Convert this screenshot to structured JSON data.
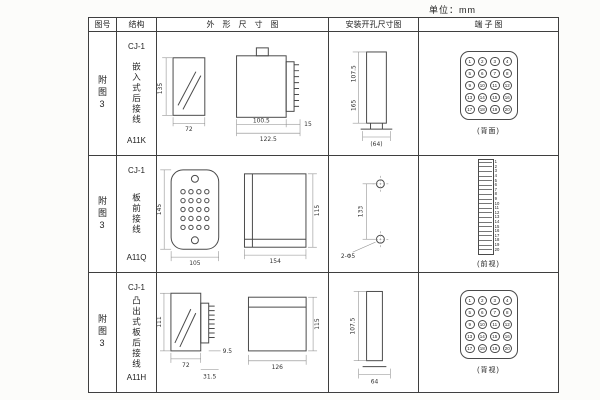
{
  "unit_label": "单位：mm",
  "table": {
    "headers": {
      "fig_no": "图号",
      "structure": "结构",
      "outline": "外形尺寸图",
      "install": "安装开孔尺寸图",
      "terminal": "端子图"
    },
    "rows": [
      {
        "fig_no": "附图3",
        "model": "CJ-1",
        "mounting": "嵌入式后接线",
        "code": "A11K",
        "outline": {
          "height": "135",
          "width": "72",
          "body": "100.5",
          "total": "122.5",
          "tail": "15"
        },
        "install": {
          "v1": "107.5",
          "v2": "165",
          "w": "(64)"
        },
        "terminal": {
          "caption": "(背面)",
          "numbers": [
            "1",
            "2",
            "3",
            "4",
            "5",
            "6",
            "7",
            "8",
            "9",
            "10",
            "11",
            "12",
            "13",
            "14",
            "15",
            "16",
            "17",
            "18",
            "19",
            "20"
          ]
        }
      },
      {
        "fig_no": "附图3",
        "model": "CJ-1",
        "mounting": "板前接线",
        "code": "A11Q",
        "outline": {
          "height": "145",
          "width": "105",
          "depth": "154",
          "side_height": "115"
        },
        "install": {
          "holes": "2-Φ5",
          "v": "133"
        },
        "terminal": {
          "caption": "(前视)",
          "numbers": [
            "1",
            "2",
            "3",
            "4",
            "5",
            "6",
            "7",
            "8",
            "9",
            "10",
            "11",
            "12",
            "13",
            "14",
            "15",
            "16",
            "17",
            "18",
            "19",
            "20"
          ]
        }
      },
      {
        "fig_no": "附图3",
        "model": "CJ-1",
        "mounting": "凸出式板后接线",
        "code": "A11H",
        "outline": {
          "height": "111",
          "width": "72",
          "tail": "9.5",
          "flange": "31.5",
          "depth": "126",
          "side_height": "115"
        },
        "install": {
          "v": "107.5",
          "w": "64"
        },
        "terminal": {
          "caption": "(背视)",
          "numbers": [
            "1",
            "2",
            "3",
            "4",
            "5",
            "6",
            "7",
            "8",
            "9",
            "10",
            "11",
            "12",
            "13",
            "14",
            "15",
            "16",
            "17",
            "18",
            "19",
            "20"
          ]
        }
      }
    ]
  }
}
